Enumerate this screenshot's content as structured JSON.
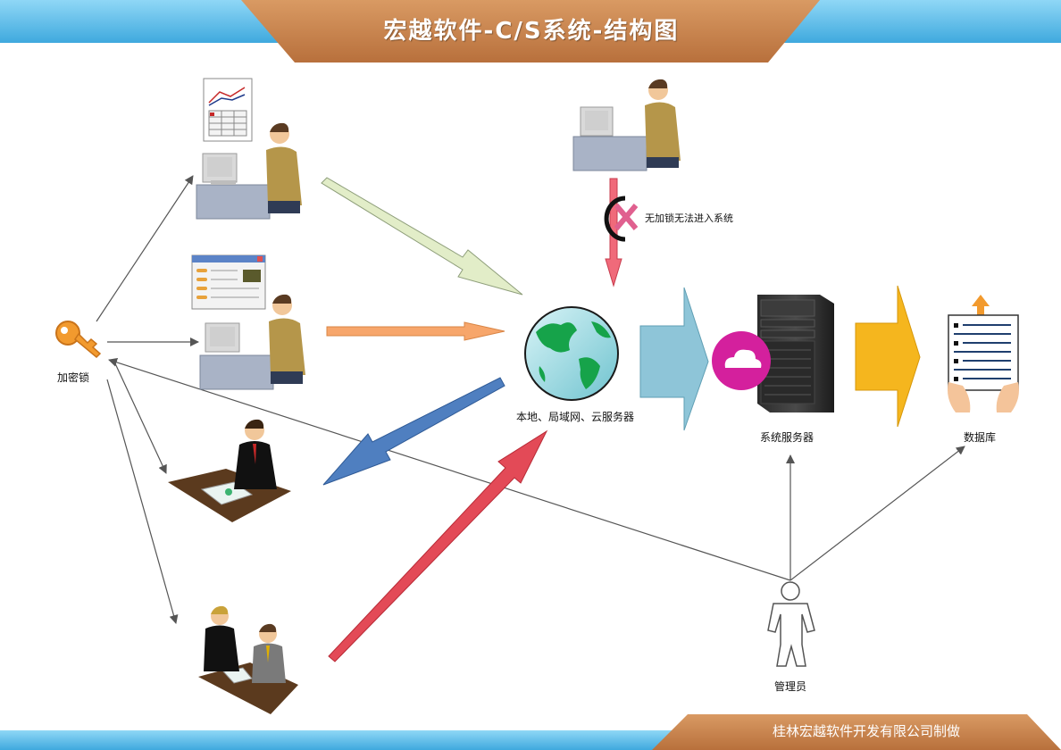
{
  "header": {
    "title": "宏越软件-C/S系统-结构图"
  },
  "footer": {
    "company": "桂林宏越软件开发有限公司制做"
  },
  "nodes": {
    "dongle": "加密锁",
    "network": "本地、局域网、云服务器",
    "server": "系统服务器",
    "database": "数据库",
    "admin": "管理员",
    "blocked_note": "无加锁无法进入系统"
  },
  "colors": {
    "banner_orange": "#C8804A",
    "banner_blue": "#4FB6E6",
    "arrow_green": "#E2EDC8",
    "arrow_orange": "#F7A66B",
    "arrow_blue": "#4F7FC0",
    "arrow_red": "#E34A57",
    "big_arrow_blue": "#8EC5D8",
    "big_arrow_yellow": "#F5B61E",
    "cloud_badge": "#D4209D"
  }
}
